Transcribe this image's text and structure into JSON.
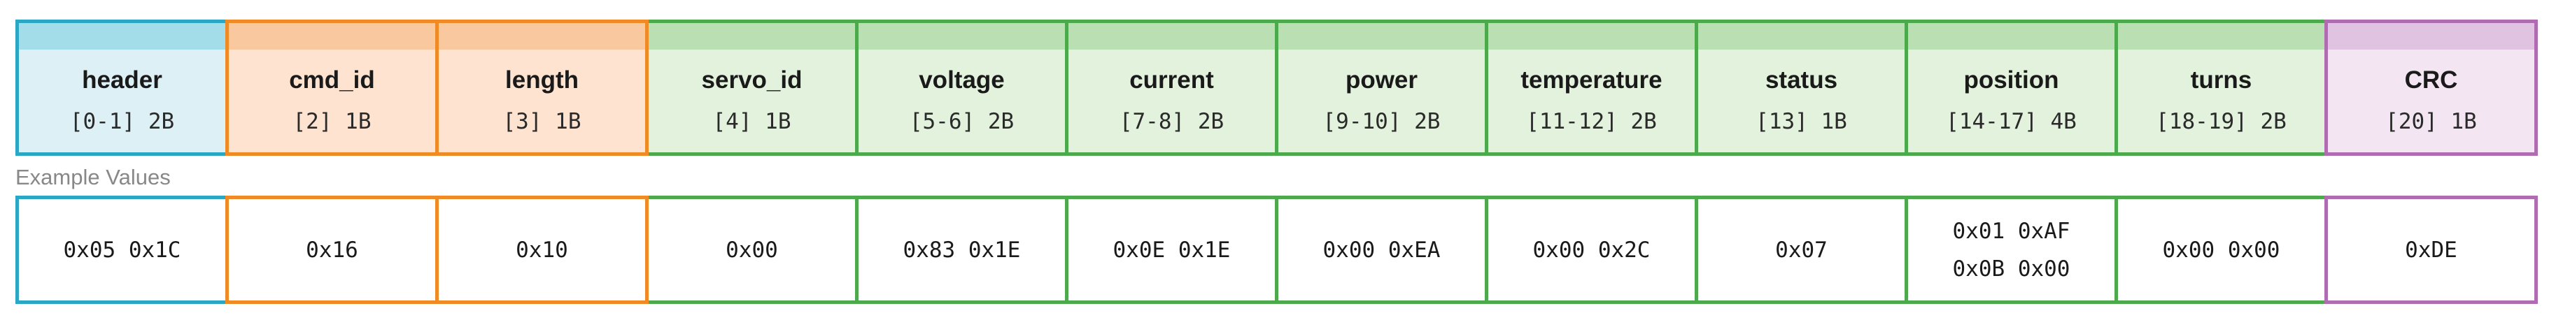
{
  "example_label": "Example Values",
  "colors": {
    "header": {
      "border": "#29a7c4",
      "fill": "#dcf0f6",
      "strip": "#a3dde9"
    },
    "control": {
      "border": "#f08a24",
      "fill": "#fde3d0",
      "strip": "#f9c89f"
    },
    "data": {
      "border": "#4caa4c",
      "fill": "#e2f2dd",
      "strip": "#b9dfb2"
    },
    "checksum": {
      "border": "#b06cb0",
      "fill": "#f3e6f2",
      "strip": "#e0c3e0"
    }
  },
  "fields": [
    {
      "name": "header",
      "range": "[0-1] 2B",
      "group": "header",
      "values": [
        "0x05 0x1C"
      ]
    },
    {
      "name": "cmd_id",
      "range": "[2] 1B",
      "group": "control",
      "values": [
        "0x16"
      ]
    },
    {
      "name": "length",
      "range": "[3] 1B",
      "group": "control",
      "values": [
        "0x10"
      ]
    },
    {
      "name": "servo_id",
      "range": "[4] 1B",
      "group": "data",
      "values": [
        "0x00"
      ]
    },
    {
      "name": "voltage",
      "range": "[5-6] 2B",
      "group": "data",
      "values": [
        "0x83 0x1E"
      ]
    },
    {
      "name": "current",
      "range": "[7-8] 2B",
      "group": "data",
      "values": [
        "0x0E 0x1E"
      ]
    },
    {
      "name": "power",
      "range": "[9-10] 2B",
      "group": "data",
      "values": [
        "0x00 0xEA"
      ]
    },
    {
      "name": "temperature",
      "range": "[11-12] 2B",
      "group": "data",
      "values": [
        "0x00 0x2C"
      ]
    },
    {
      "name": "status",
      "range": "[13] 1B",
      "group": "data",
      "values": [
        "0x07"
      ]
    },
    {
      "name": "position",
      "range": "[14-17] 4B",
      "group": "data",
      "values": [
        "0x01 0xAF",
        "0x0B 0x00"
      ]
    },
    {
      "name": "turns",
      "range": "[18-19] 2B",
      "group": "data",
      "values": [
        "0x00 0x00"
      ]
    },
    {
      "name": "CRC",
      "range": "[20] 1B",
      "group": "checksum",
      "values": [
        "0xDE"
      ]
    }
  ]
}
